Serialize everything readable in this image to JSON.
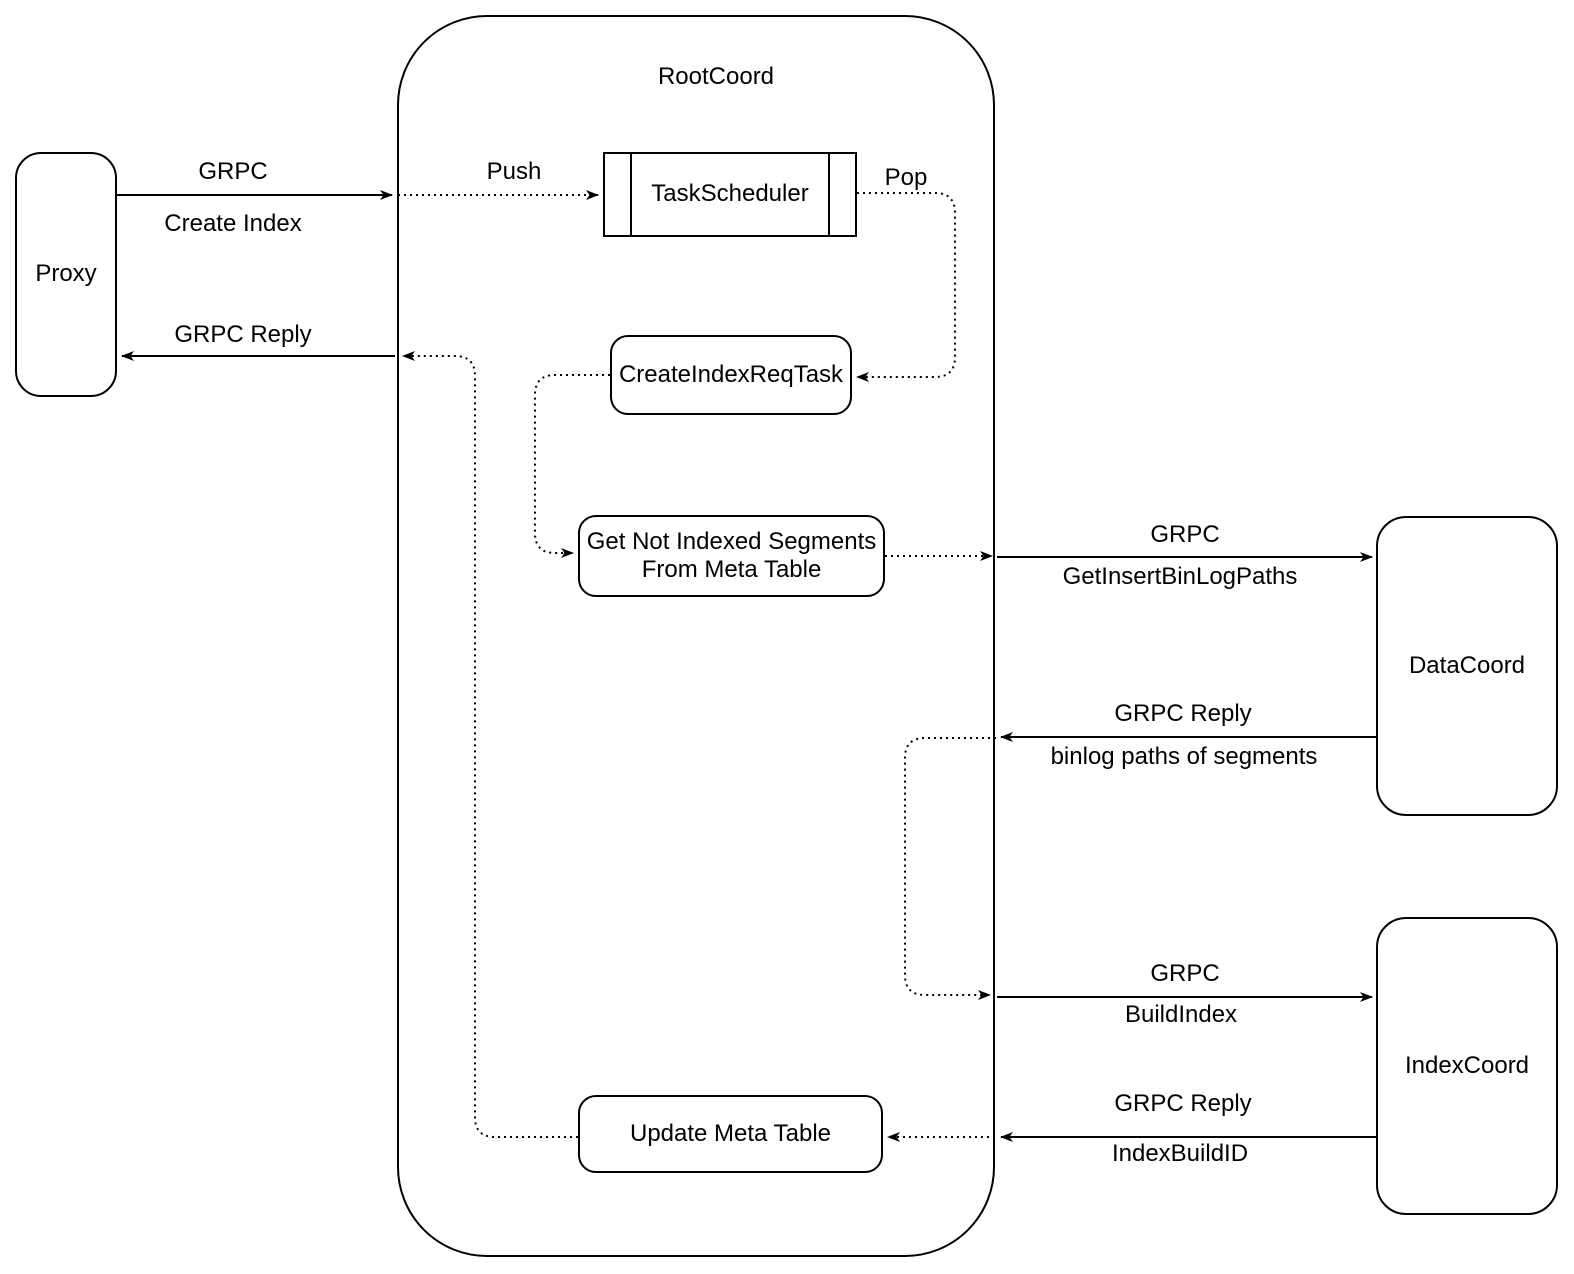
{
  "colors": {
    "stroke": "#000000",
    "background": "#ffffff"
  },
  "nodes": {
    "proxy": {
      "label": "Proxy"
    },
    "rootcoord": {
      "label": "RootCoord"
    },
    "task_scheduler": {
      "label": "TaskScheduler"
    },
    "create_index_req_task": {
      "label": "CreateIndexReqTask"
    },
    "get_not_indexed_segments": {
      "label_line1": "Get Not Indexed Segments",
      "label_line2": "From Meta Table"
    },
    "update_meta_table": {
      "label": "Update Meta Table"
    },
    "datacoord": {
      "label": "DataCoord"
    },
    "indexcoord": {
      "label": "IndexCoord"
    }
  },
  "edges": {
    "grpc_create_index": {
      "label1": "GRPC",
      "label2": "Create Index"
    },
    "push": {
      "label": "Push"
    },
    "pop": {
      "label": "Pop"
    },
    "grpc_reply_to_proxy": {
      "label": "GRPC Reply"
    },
    "grpc_get_insert_binlog_paths": {
      "label1": "GRPC",
      "label2": "GetInsertBinLogPaths"
    },
    "grpc_reply_binlog_paths": {
      "label1": "GRPC Reply",
      "label2": "binlog paths of segments"
    },
    "grpc_build_index": {
      "label1": "GRPC",
      "label2": "BuildIndex"
    },
    "grpc_reply_index_build_id": {
      "label1": "GRPC Reply",
      "label2": "IndexBuildID"
    }
  }
}
